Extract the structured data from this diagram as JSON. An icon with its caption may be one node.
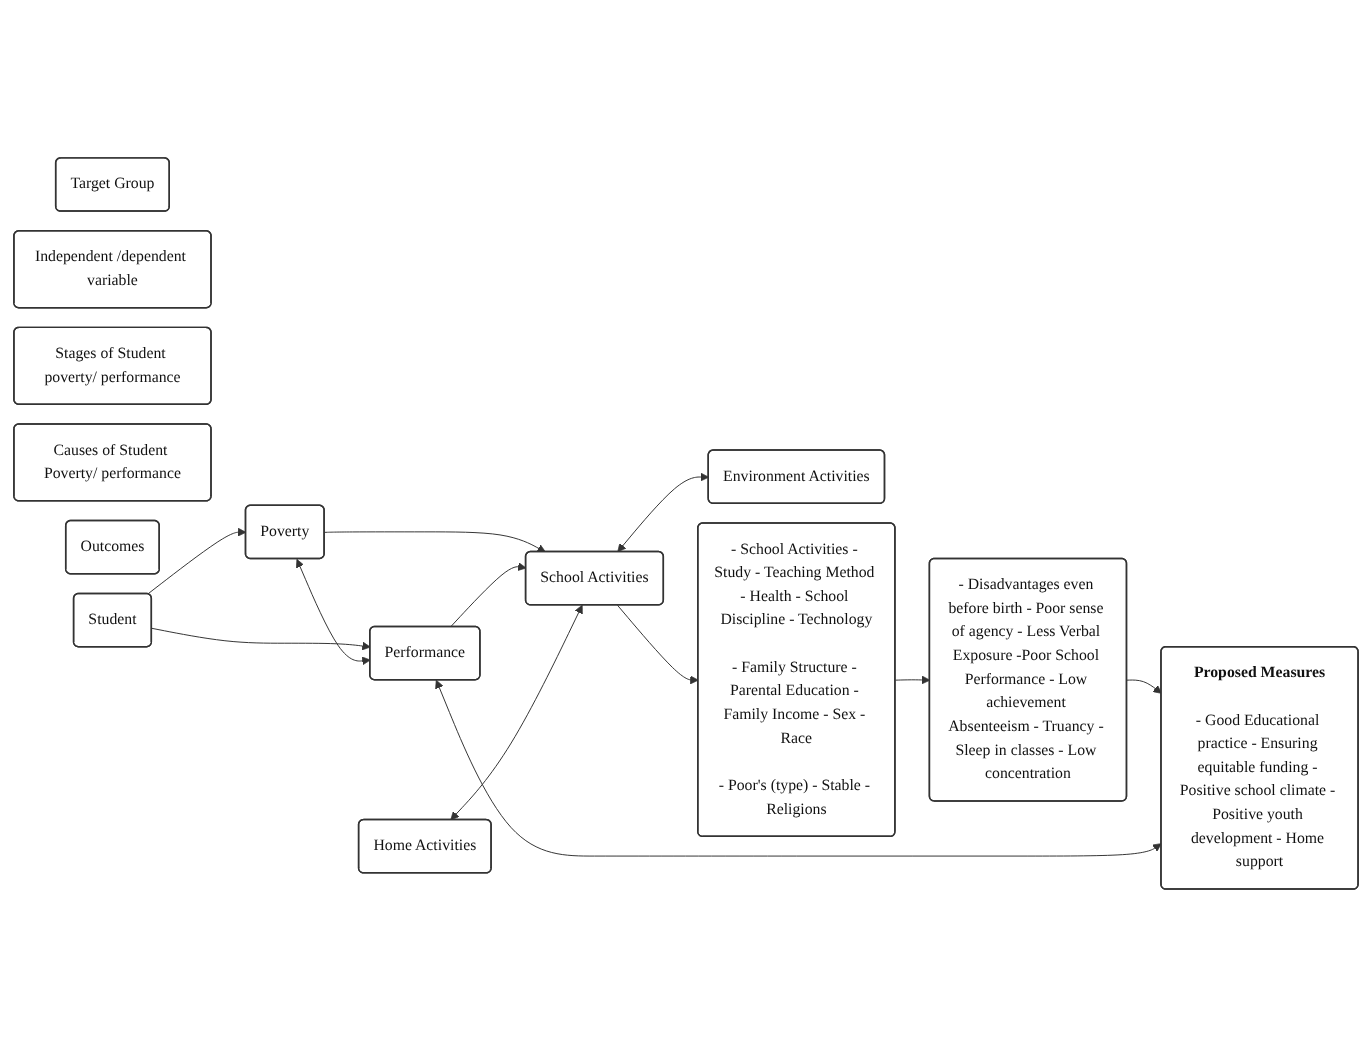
{
  "diagram": {
    "nodes": [
      {
        "text": [
          "Target Group"
        ]
      },
      {
        "text": [
          "Independent /dependent variable"
        ]
      },
      {
        "text": [
          "Stages of Student poverty/ performance"
        ]
      },
      {
        "text": [
          "Causes of Student Poverty/ performance"
        ]
      },
      {
        "text": [
          "Outcomes"
        ]
      },
      {
        "text": [
          "Student"
        ]
      },
      {
        "text": [
          "Poverty"
        ]
      },
      {
        "text": [
          "Performance"
        ]
      },
      {
        "text": [
          "Home Activities"
        ]
      },
      {
        "text": [
          "School Activities"
        ]
      },
      {
        "text": [
          "Environment Activities"
        ]
      },
      {
        "text": [
          "- School Activities - Study - Teaching Method - Health - School Discipline - Technology",
          "- Family Structure - Parental Education - Family Income - Sex - Race",
          "- Poor's (type) - Stable - Religions"
        ]
      },
      {
        "text": [
          "- Disadvantages even before birth - Poor sense of agency - Less Verbal Exposure -Poor School Performance - Low achievement Absenteeism - Truancy - Sleep in classes - Low concentration"
        ]
      },
      {
        "text": [
          "Proposed Measures",
          "- Good Educational practice - Ensuring equitable funding - Positive school climate - Positive youth development - Home support"
        ]
      }
    ],
    "edges": [
      {
        "from": 5,
        "to": 6,
        "arrow": "to"
      },
      {
        "from": 5,
        "to": 7,
        "arrow": "to"
      },
      {
        "from": 6,
        "to": 7,
        "arrow": "both"
      },
      {
        "from": 6,
        "to": 9,
        "arrow": "to"
      },
      {
        "from": 7,
        "to": 9,
        "arrow": "to"
      },
      {
        "from": 8,
        "to": 9,
        "arrow": "both"
      },
      {
        "from": 9,
        "to": 10,
        "arrow": "both"
      },
      {
        "from": 9,
        "to": 11,
        "arrow": "to"
      },
      {
        "from": 11,
        "to": 12,
        "arrow": "to"
      },
      {
        "from": 12,
        "to": 13,
        "arrow": "to"
      },
      {
        "from": 13,
        "to": 7,
        "arrow": "both"
      }
    ]
  }
}
